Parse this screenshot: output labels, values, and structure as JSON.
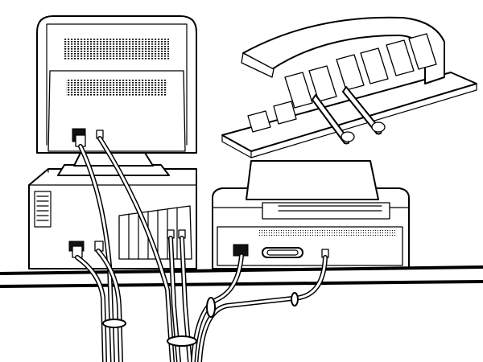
{
  "figure": {
    "kind": "line-art illustration",
    "palette": {
      "ink": "#000000",
      "paper": "#ffffff"
    },
    "components": [
      "monitor-rear",
      "system-unit",
      "printer",
      "cable-clip-strip",
      "desk-edge",
      "cable-bundle"
    ]
  }
}
